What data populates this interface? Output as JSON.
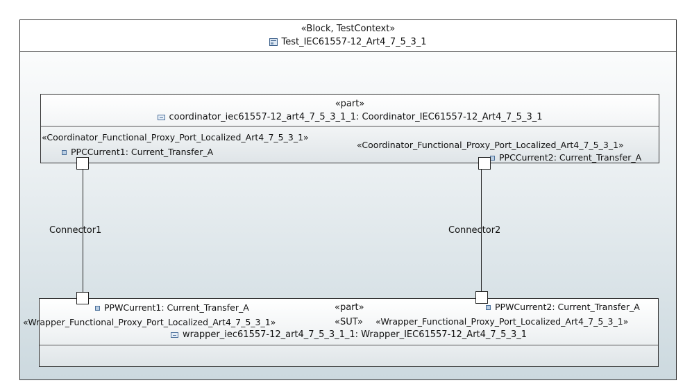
{
  "block": {
    "stereotype": "«Block, TestContext»",
    "name": "Test_IEC61557-12_Art4_7_5_3_1",
    "icon": "block-icon"
  },
  "coordinator": {
    "stereotype": "«part»",
    "name": "coordinator_iec61557-12_art4_7_5_3_1_1: Coordinator_IEC61557-12_Art4_7_5_3_1",
    "icon": "part-icon",
    "port1": {
      "stereotype": "«Coordinator_Functional_Proxy_Port_Localized_Art4_7_5_3_1»",
      "name": "PPCCurrent1: Current_Transfer_A"
    },
    "port2": {
      "stereotype": "«Coordinator_Functional_Proxy_Port_Localized_Art4_7_5_3_1»",
      "name": "PPCCurrent2: Current_Transfer_A"
    }
  },
  "wrapper": {
    "stereotype": "«part»",
    "stereotype2": "«SUT»",
    "name": "wrapper_iec61557-12_art4_7_5_3_1_1: Wrapper_IEC61557-12_Art4_7_5_3_1",
    "icon": "part-icon",
    "port1": {
      "stereotype": "«Wrapper_Functional_Proxy_Port_Localized_Art4_7_5_3_1»",
      "name": "PPWCurrent1: Current_Transfer_A"
    },
    "port2": {
      "stereotype": "«Wrapper_Functional_Proxy_Port_Localized_Art4_7_5_3_1»",
      "name": "PPWCurrent2: Current_Transfer_A"
    }
  },
  "connectors": [
    {
      "label": "Connector1"
    },
    {
      "label": "Connector2"
    }
  ]
}
